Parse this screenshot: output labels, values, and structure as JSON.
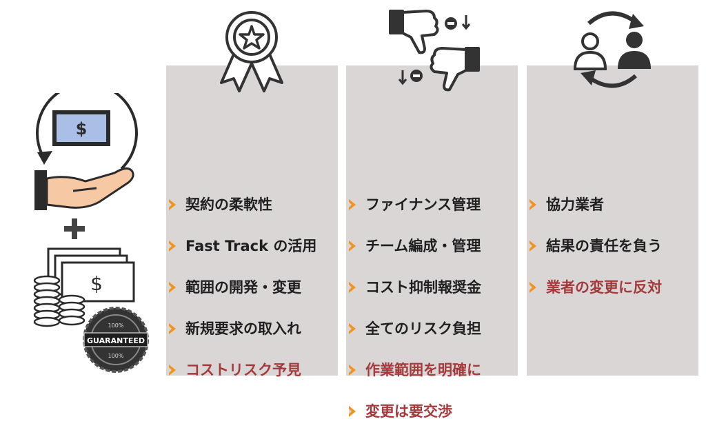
{
  "colors": {
    "panel": "#d9d6d5",
    "arrow": "#f0941f",
    "text": "#1f1f1f",
    "highlight": "#a53a3d"
  },
  "left_art": {
    "badge_top": "100%",
    "badge_main": "GUARANTEED",
    "badge_bottom": "100%"
  },
  "columns": [
    {
      "icon": "award-ribbon-icon",
      "items": [
        {
          "text": "契約の柔軟性",
          "highlight": false
        },
        {
          "text": "Fast Track の活用",
          "highlight": false
        },
        {
          "text": "範囲の開発・変更",
          "highlight": false
        },
        {
          "text": "新規要求の取入れ",
          "highlight": false
        },
        {
          "text": "コストリスク予見",
          "highlight": true
        }
      ]
    },
    {
      "icon": "thumbs-down-icon",
      "items": [
        {
          "text": "ファイナンス管理",
          "highlight": false
        },
        {
          "text": "チーム編成・管理",
          "highlight": false
        },
        {
          "text": "コスト抑制報奨金",
          "highlight": false
        },
        {
          "text": "全てのリスク負担",
          "highlight": false
        },
        {
          "text": "作業範囲を明確に",
          "highlight": true
        },
        {
          "text": "変更は要交渉",
          "highlight": true
        }
      ]
    },
    {
      "icon": "person-exchange-icon",
      "items": [
        {
          "text": "協力業者",
          "highlight": false
        },
        {
          "text": "結果の責任を負う",
          "highlight": false
        },
        {
          "text": "業者の変更に反対",
          "highlight": true
        }
      ]
    }
  ]
}
